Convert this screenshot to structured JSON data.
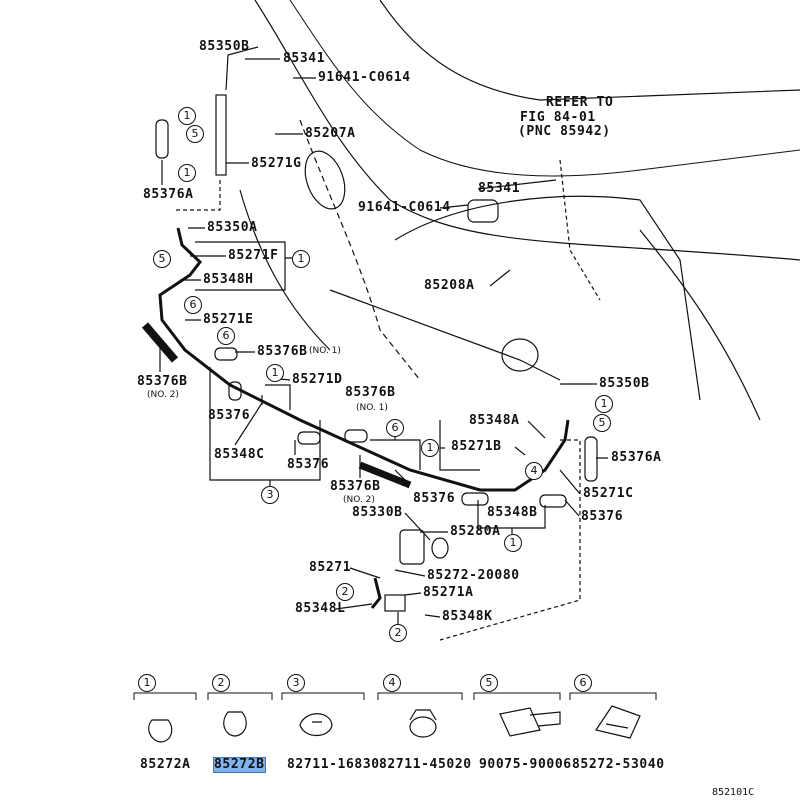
{
  "diagram_title_code": "852101C",
  "reference_note": [
    "REFER TO",
    "FIG 84-01",
    "(PNC 85942)"
  ],
  "callouts": [
    {
      "id": "c1",
      "text": "85350B"
    },
    {
      "id": "c2",
      "text": "85341"
    },
    {
      "id": "c3",
      "text": "91641-C0614"
    },
    {
      "id": "c4",
      "text": "85207A"
    },
    {
      "id": "c5",
      "text": "85271G"
    },
    {
      "id": "c6",
      "text": "85376A"
    },
    {
      "id": "c7",
      "text": "85350A"
    },
    {
      "id": "c8",
      "text": "85271F"
    },
    {
      "id": "c9",
      "text": "85348H"
    },
    {
      "id": "c10",
      "text": "85271E"
    },
    {
      "id": "c11",
      "text": "85376B"
    },
    {
      "id": "c12",
      "text": "85376B"
    },
    {
      "id": "c13",
      "text": "85271D"
    },
    {
      "id": "c14",
      "text": "85376B"
    },
    {
      "id": "c15",
      "text": "85376"
    },
    {
      "id": "c16",
      "text": "85348C"
    },
    {
      "id": "c17",
      "text": "85376"
    },
    {
      "id": "c18",
      "text": "85376B"
    },
    {
      "id": "c19",
      "text": "85376"
    },
    {
      "id": "c20",
      "text": "85330B"
    },
    {
      "id": "c21",
      "text": "85271"
    },
    {
      "id": "c22",
      "text": "85348L"
    },
    {
      "id": "c23",
      "text": "85280A"
    },
    {
      "id": "c24",
      "text": "85272-20080"
    },
    {
      "id": "c25",
      "text": "85271A"
    },
    {
      "id": "c26",
      "text": "85348K"
    },
    {
      "id": "c27",
      "text": "85348A"
    },
    {
      "id": "c28",
      "text": "85271B"
    },
    {
      "id": "c29",
      "text": "85348B"
    },
    {
      "id": "c30",
      "text": "85350B"
    },
    {
      "id": "c31",
      "text": "85376A"
    },
    {
      "id": "c32",
      "text": "85271C"
    },
    {
      "id": "c33",
      "text": "85376"
    },
    {
      "id": "c34",
      "text": "85341"
    },
    {
      "id": "c35",
      "text": "91641-C0614"
    },
    {
      "id": "c36",
      "text": "85208A"
    }
  ],
  "subnotes": {
    "no1": "(NO. 1)",
    "no2": "(NO. 2)"
  },
  "clip_markers": [
    "1",
    "5",
    "1",
    "5",
    "1",
    "6",
    "6",
    "1",
    "3",
    "6",
    "1",
    "4",
    "1",
    "5",
    "1",
    "2",
    "2"
  ],
  "legend": [
    {
      "num": "1",
      "part": "85272A",
      "highlighted": false
    },
    {
      "num": "2",
      "part": "85272B",
      "highlighted": true
    },
    {
      "num": "3",
      "part": "82711-16830",
      "highlighted": false
    },
    {
      "num": "4",
      "part": "82711-45020",
      "highlighted": false
    },
    {
      "num": "5",
      "part": "90075-90006",
      "highlighted": false
    },
    {
      "num": "6",
      "part": "85272-53040",
      "highlighted": false
    }
  ],
  "highlight_color": "#7fb2f0"
}
